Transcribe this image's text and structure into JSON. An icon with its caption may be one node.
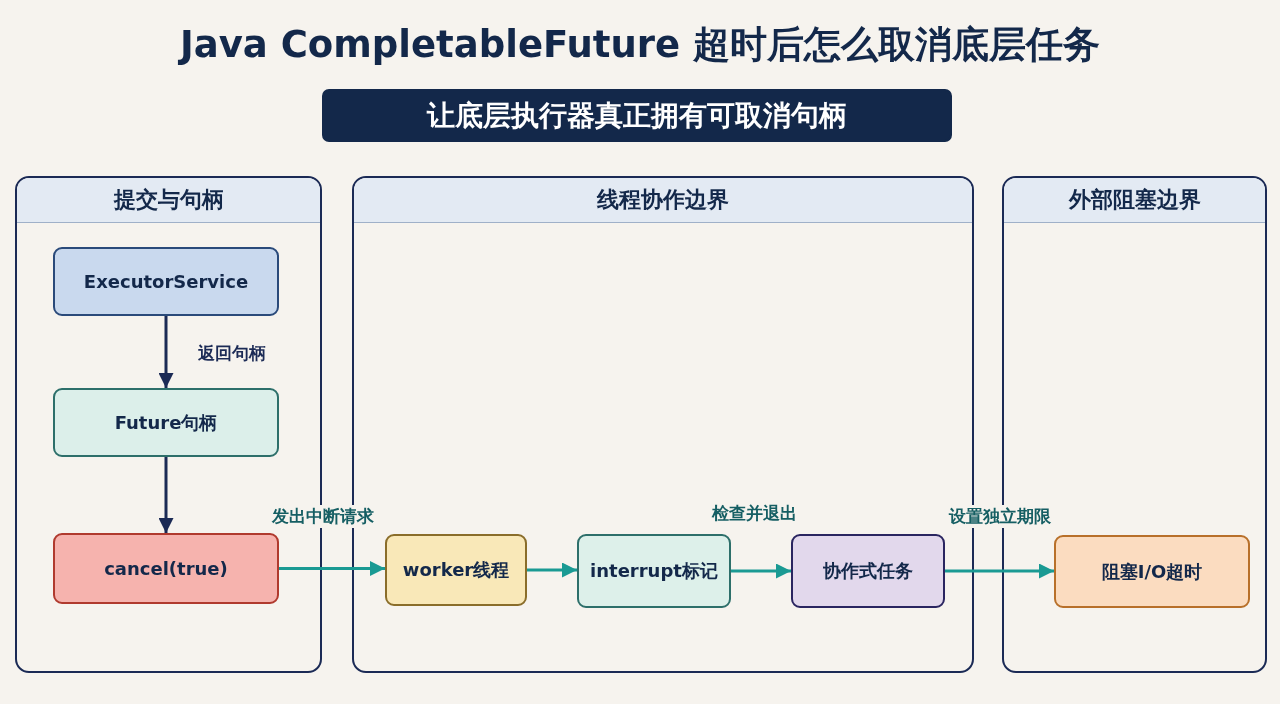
{
  "diagram": {
    "title": "Java CompletableFuture 超时后怎么取消底层任务",
    "nodes": [
      {
        "text": [
          "让底层执行器真正拥有可取消句柄"
        ]
      },
      {
        "text": [
          "提交与句柄"
        ]
      },
      {
        "text": [
          "ExecutorService"
        ],
        "in": 1
      },
      {
        "text": [
          "Future句柄"
        ],
        "in": 1
      },
      {
        "text": [
          "cancel(true)"
        ],
        "in": 1
      },
      {
        "text": [
          "线程协作边界"
        ]
      },
      {
        "text": [
          "worker线程"
        ],
        "in": 5
      },
      {
        "text": [
          "interrupt标记"
        ],
        "in": 5
      },
      {
        "text": [
          "协作式任务"
        ],
        "in": 5
      },
      {
        "text": [
          "外部阻塞边界"
        ]
      },
      {
        "text": [
          "阻塞I/O超时"
        ],
        "in": 9
      }
    ],
    "edges": [
      {
        "from": 2,
        "to": 3,
        "arrow": "to",
        "label": "返回句柄",
        "color": "#1b2a55"
      },
      {
        "from": 3,
        "to": 4,
        "arrow": "to",
        "color": "#1b2a55"
      },
      {
        "from": 4,
        "to": 6,
        "arrow": "to",
        "label": "发出中断请求"
      },
      {
        "from": 6,
        "to": 7,
        "arrow": "to"
      },
      {
        "from": 7,
        "to": 8,
        "arrow": "to",
        "label": "检查并退出"
      },
      {
        "from": 8,
        "to": 10,
        "arrow": "to",
        "label": "设置独立期限"
      }
    ]
  }
}
